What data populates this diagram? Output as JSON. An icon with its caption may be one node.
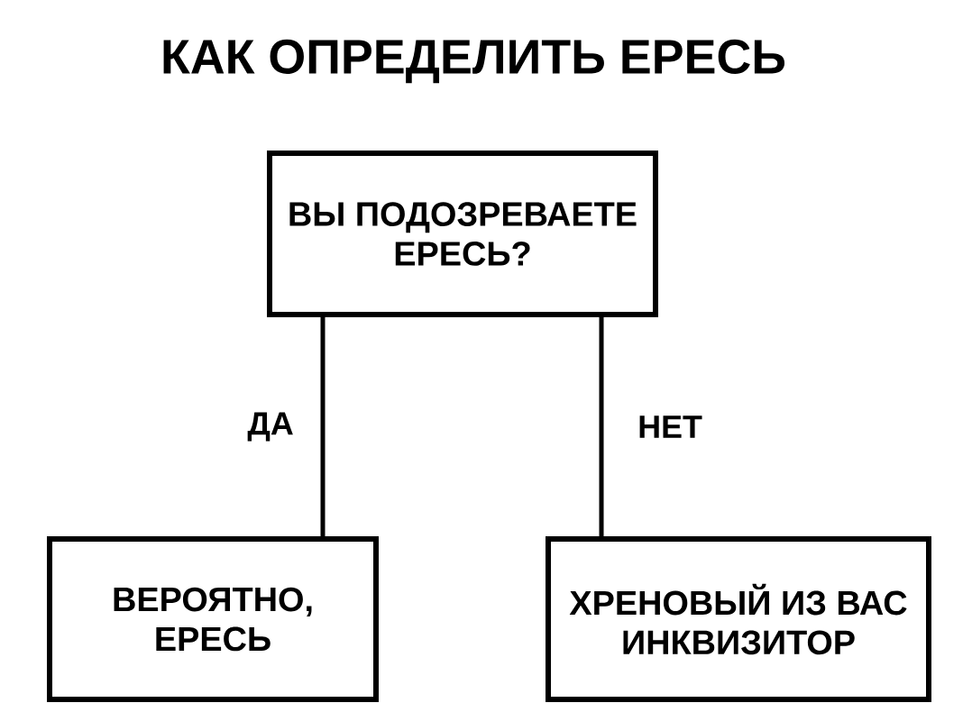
{
  "diagram": {
    "title": "КАК ОПРЕДЕЛИТЬ ЕРЕСЬ",
    "nodes": [
      {
        "text": [
          "ВЫ ПОДОЗРЕВАЕТЕ ЕРЕСЬ?"
        ]
      },
      {
        "text": [
          "ВЕРОЯТНО, ЕРЕСЬ"
        ]
      },
      {
        "text": [
          "ХРЕНОВЫЙ ИЗ ВАС ИНКВИЗИТОР"
        ]
      }
    ],
    "edges": [
      {
        "from": 0,
        "to": 1,
        "arrow": "none",
        "label": "ДА"
      },
      {
        "from": 0,
        "to": 2,
        "arrow": "none",
        "label": "НЕТ"
      }
    ]
  }
}
